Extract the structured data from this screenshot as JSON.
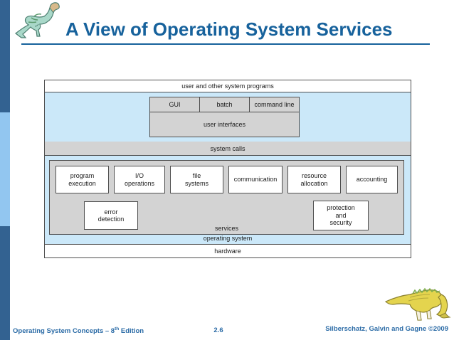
{
  "slide": {
    "title": "A View of Operating System Services"
  },
  "diagram": {
    "top_label": "user and other system programs",
    "ui_table": {
      "cells": [
        "GUI",
        "batch",
        "command line"
      ],
      "span_label": "user interfaces"
    },
    "system_calls_label": "system calls",
    "services": {
      "row1": [
        {
          "lines": [
            "program",
            "execution"
          ]
        },
        {
          "lines": [
            "I/O",
            "operations"
          ]
        },
        {
          "lines": [
            "file",
            "systems"
          ]
        },
        {
          "lines": [
            "communication"
          ]
        },
        {
          "lines": [
            "resource",
            "allocation"
          ]
        },
        {
          "lines": [
            "accounting"
          ]
        }
      ],
      "row2": [
        {
          "lines": [
            "error",
            "detection"
          ]
        },
        {
          "lines": [
            "protection",
            "and",
            "security"
          ]
        }
      ],
      "label": "services"
    },
    "os_label": "operating system",
    "hardware_label": "hardware"
  },
  "footer": {
    "left_prefix": "Operating System Concepts – 8",
    "left_sup": "th",
    "left_suffix": " Edition",
    "page": "2.6",
    "right": "Silberschatz, Galvin and Gagne ©2009"
  },
  "colors": {
    "accent_blue": "#17629c",
    "footer_blue": "#2b6ba6",
    "sidebar_dark": "#336291",
    "sidebar_light": "#92c6f0",
    "diagram_light_blue": "#cbe8f9",
    "diagram_gray": "#d3d3d3",
    "box_border": "#4f4f4f"
  }
}
